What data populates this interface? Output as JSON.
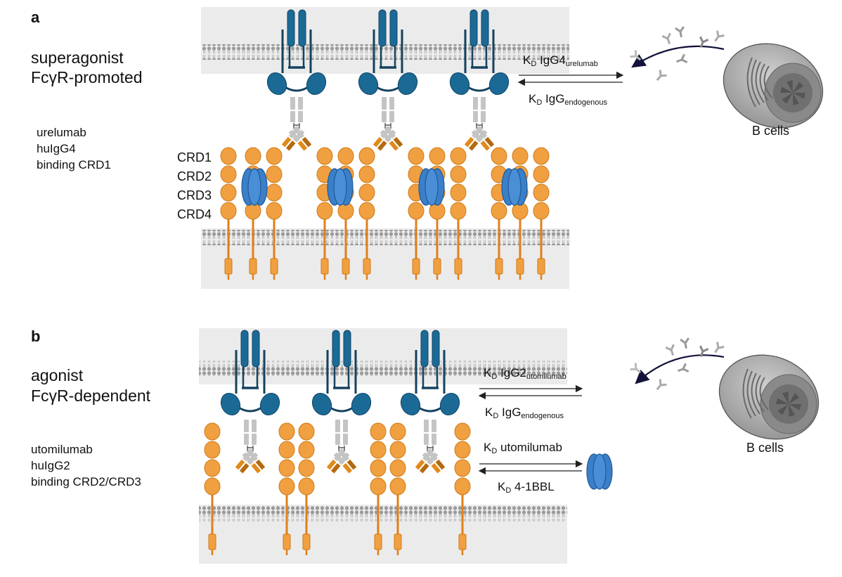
{
  "panel_a": {
    "letter": "a",
    "title_line1": "superagonist",
    "title_line2": "FcγR-promoted",
    "desc_line1": "urelumab",
    "desc_line2": "huIgG4",
    "desc_line3": "binding CRD1",
    "crd_labels": [
      "CRD1",
      "CRD2",
      "CRD3",
      "CRD4"
    ],
    "kd_top_prefix": "K",
    "kd_top_sub1": "D",
    "kd_top_main": " IgG4",
    "kd_top_sub2": "urelumab",
    "kd_bottom_prefix": "K",
    "kd_bottom_sub1": "D",
    "kd_bottom_main": " IgG",
    "kd_bottom_sub2": "endogenous",
    "cell_label": "B cells"
  },
  "panel_b": {
    "letter": "b",
    "title_line1": "agonist",
    "title_line2": "FcγR-dependent",
    "desc_line1": "utomilumab",
    "desc_line2": "huIgG2",
    "desc_line3": "binding CRD2/CRD3",
    "kd1_prefix": "K",
    "kd1_sub1": "D",
    "kd1_main": " IgG2",
    "kd1_sub2": "utomilumab",
    "kd2_prefix": "K",
    "kd2_sub1": "D",
    "kd2_main": " IgG",
    "kd2_sub2": "endogenous",
    "kd3_prefix": "K",
    "kd3_sub1": "D",
    "kd3_main": " utomilumab",
    "kd4_prefix": "K",
    "kd4_sub1": "D",
    "kd4_main": " 4-1BBL",
    "cell_label": "B cells"
  },
  "colors": {
    "receptor_orange": "#f0a040",
    "receptor_stroke": "#d07a18",
    "fcgr_blue": "#1b6a96",
    "ligand_blue": "#3b7fc9",
    "antibody_grey": "#c4c4c4",
    "membrane_bg": "#ebebeb"
  }
}
